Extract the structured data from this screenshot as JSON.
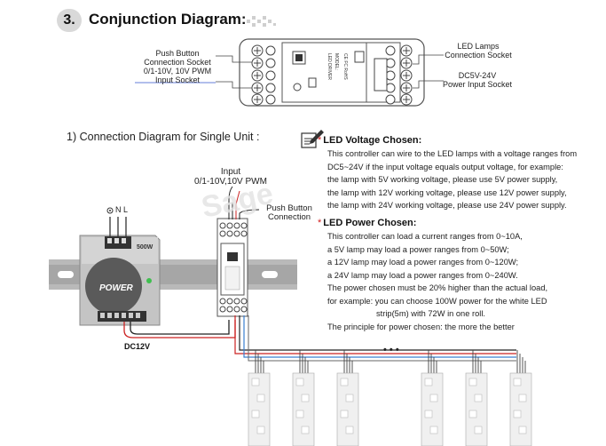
{
  "section": {
    "number": "3.",
    "title": "Conjunction Diagram:"
  },
  "top_diagram": {
    "push_button_label": [
      "Push Button",
      "Connection Socket"
    ],
    "pwm_input_label": [
      "0/1-10V, 10V PWM",
      "Input Socket"
    ],
    "led_lamps_label": [
      "LED Lamps",
      "Connection Socket"
    ],
    "power_input_label": [
      "DC5V-24V",
      "Power Input Socket"
    ],
    "device_text": [
      "LED DRIVER",
      "MODEL:",
      "CE FC RoHS"
    ]
  },
  "subtitle": "1) Connection Diagram for Single Unit :",
  "wiring": {
    "input_label": [
      "Input",
      "0/1-10V,10V PWM"
    ],
    "push_label": [
      "Push Button",
      "Connection"
    ],
    "earth_n_l": [
      "N",
      "L"
    ],
    "psu_label": "POWER",
    "psu_watt": "500W",
    "dc_label": "DC12V",
    "ellipsis": "• • •"
  },
  "voltage": {
    "heading": "LED Voltage Chosen:",
    "lines": [
      "This controller can wire to the LED lamps with a voltage ranges from",
      "DC5~24V if the input voltage equals output voltage, for example:",
      "the lamp with 5V working voltage, please use 5V power supply,",
      "the lamp with 12V working voltage, please use 12V power supply,",
      "the lamp with 24V working voltage, please use 24V power supply."
    ]
  },
  "power": {
    "heading": "LED Power Chosen:",
    "lines": [
      "This controller can load a current ranges from 0~10A,",
      "a 5V lamp may load a power ranges from 0~50W;",
      "a 12V lamp may load a power ranges from 0~120W;",
      "a 24V lamp may load a power ranges from 0~240W.",
      "The power chosen must be 20% higher than the actual load,",
      "for example: you can choose 100W power for the white LED",
      "strip(5m) with 72W in one roll.",
      "The principle for power chosen: the more the better"
    ]
  },
  "colors": {
    "accent_star": "#d42020",
    "wire_red": "#cc2222",
    "rail": "#b8b8b8"
  }
}
